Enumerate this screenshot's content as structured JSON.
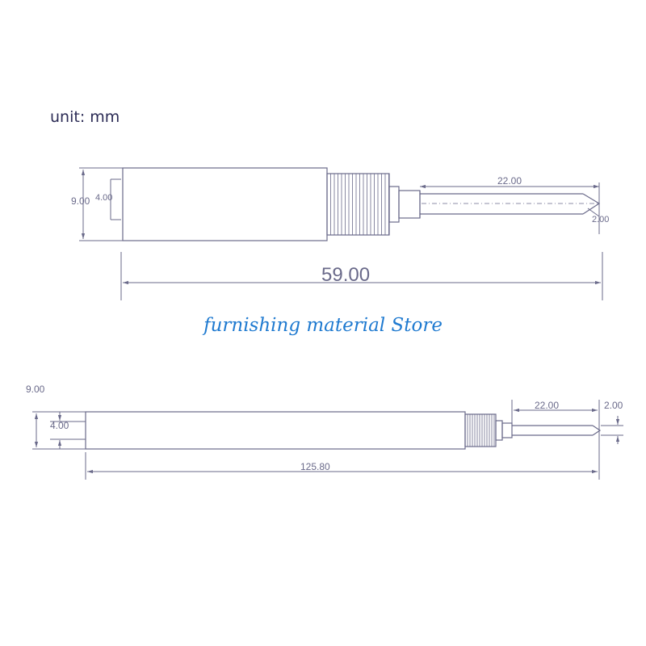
{
  "unit_label": "unit: mm",
  "watermark": "furnishing material Store",
  "top_view": {
    "height": "9.00",
    "inner": "4.00",
    "tip_length": "22.00",
    "tip_width": "2.00",
    "total_length": "59.00"
  },
  "bottom_view": {
    "height": "9.00",
    "inner": "4.00",
    "tip_length": "22.00",
    "tip_width": "2.00",
    "total_length": "125.80"
  },
  "colors": {
    "line": "#6a6a8a",
    "watermark": "#1f7ad0",
    "unit": "#2b2b55"
  }
}
